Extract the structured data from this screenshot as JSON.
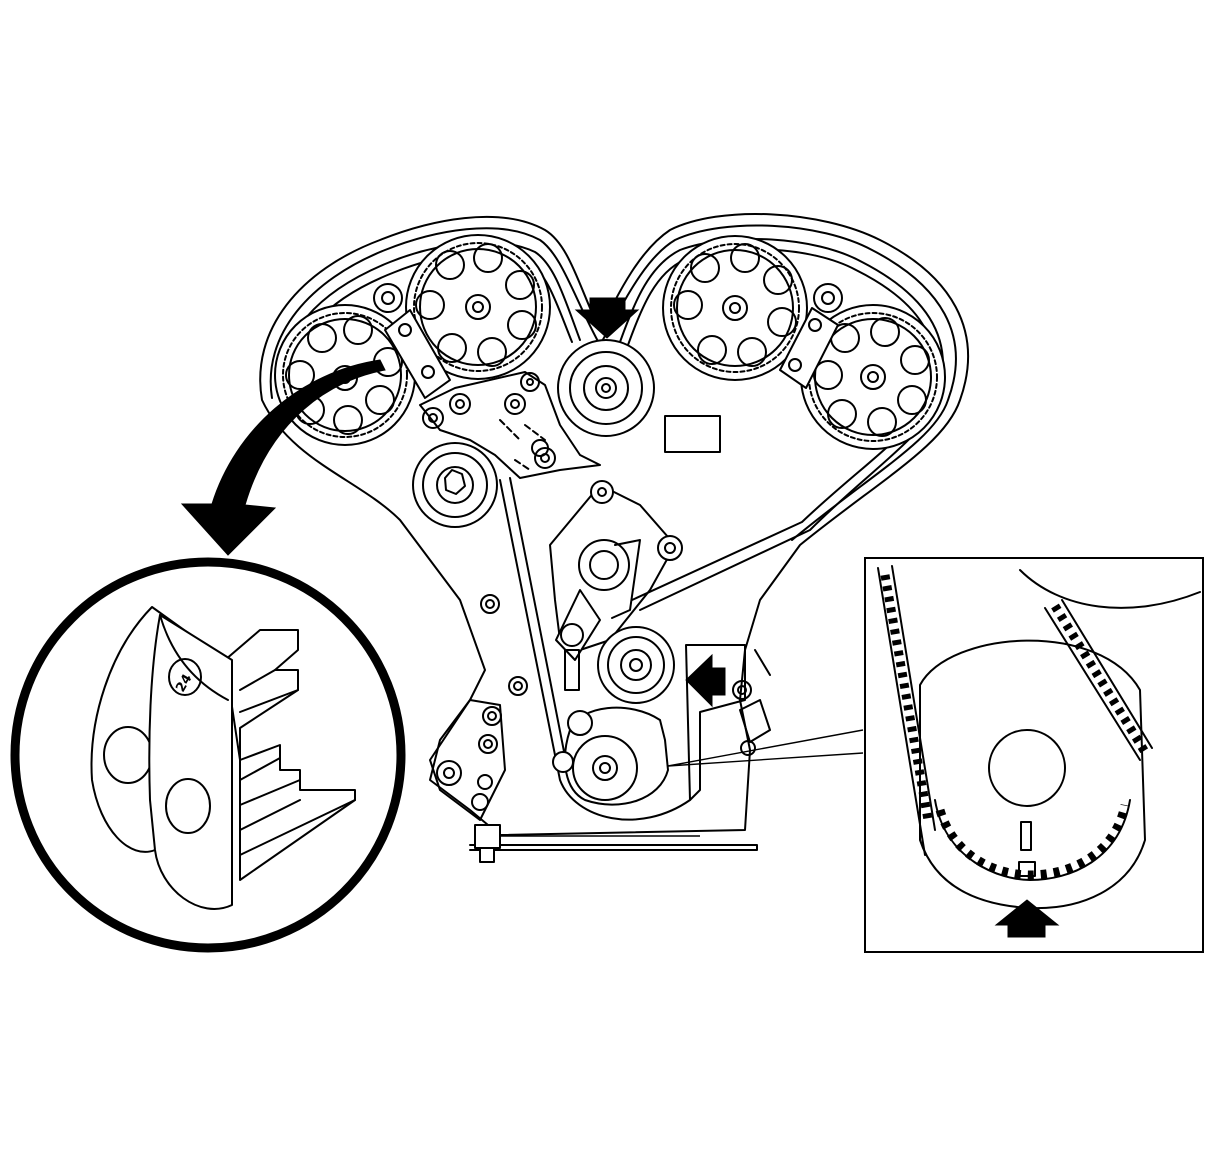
{
  "diagram": {
    "colors": {
      "line": "#000000",
      "background": "#ffffff"
    },
    "detail_left": {
      "mark_text": "24"
    },
    "camshaft_sprockets": [
      {
        "name": "left-bank-outer"
      },
      {
        "name": "left-bank-inner"
      },
      {
        "name": "right-bank-inner"
      },
      {
        "name": "right-bank-outer"
      }
    ],
    "arrows": [
      "top-tensioner-arrow",
      "idler-arrow",
      "crank-mark-arrow",
      "callout-curved-arrow"
    ]
  }
}
